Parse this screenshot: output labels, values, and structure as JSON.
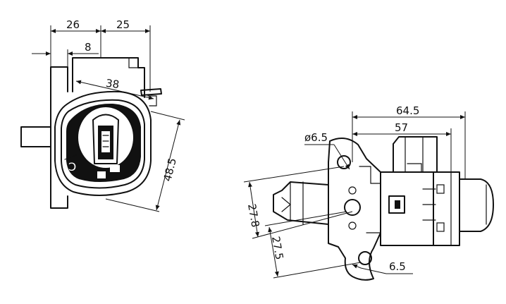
{
  "dimensions": {
    "front_width_left": "26",
    "front_width_right": "25",
    "front_offset": "8",
    "front_knob_width": "38",
    "front_height": "48.5",
    "side_overall_length": "64.5",
    "side_body_length": "57",
    "side_hole_diameter": "ø6.5",
    "side_height_a": "27.8",
    "side_height_b": "27.5",
    "side_tab_width": "6.5"
  }
}
